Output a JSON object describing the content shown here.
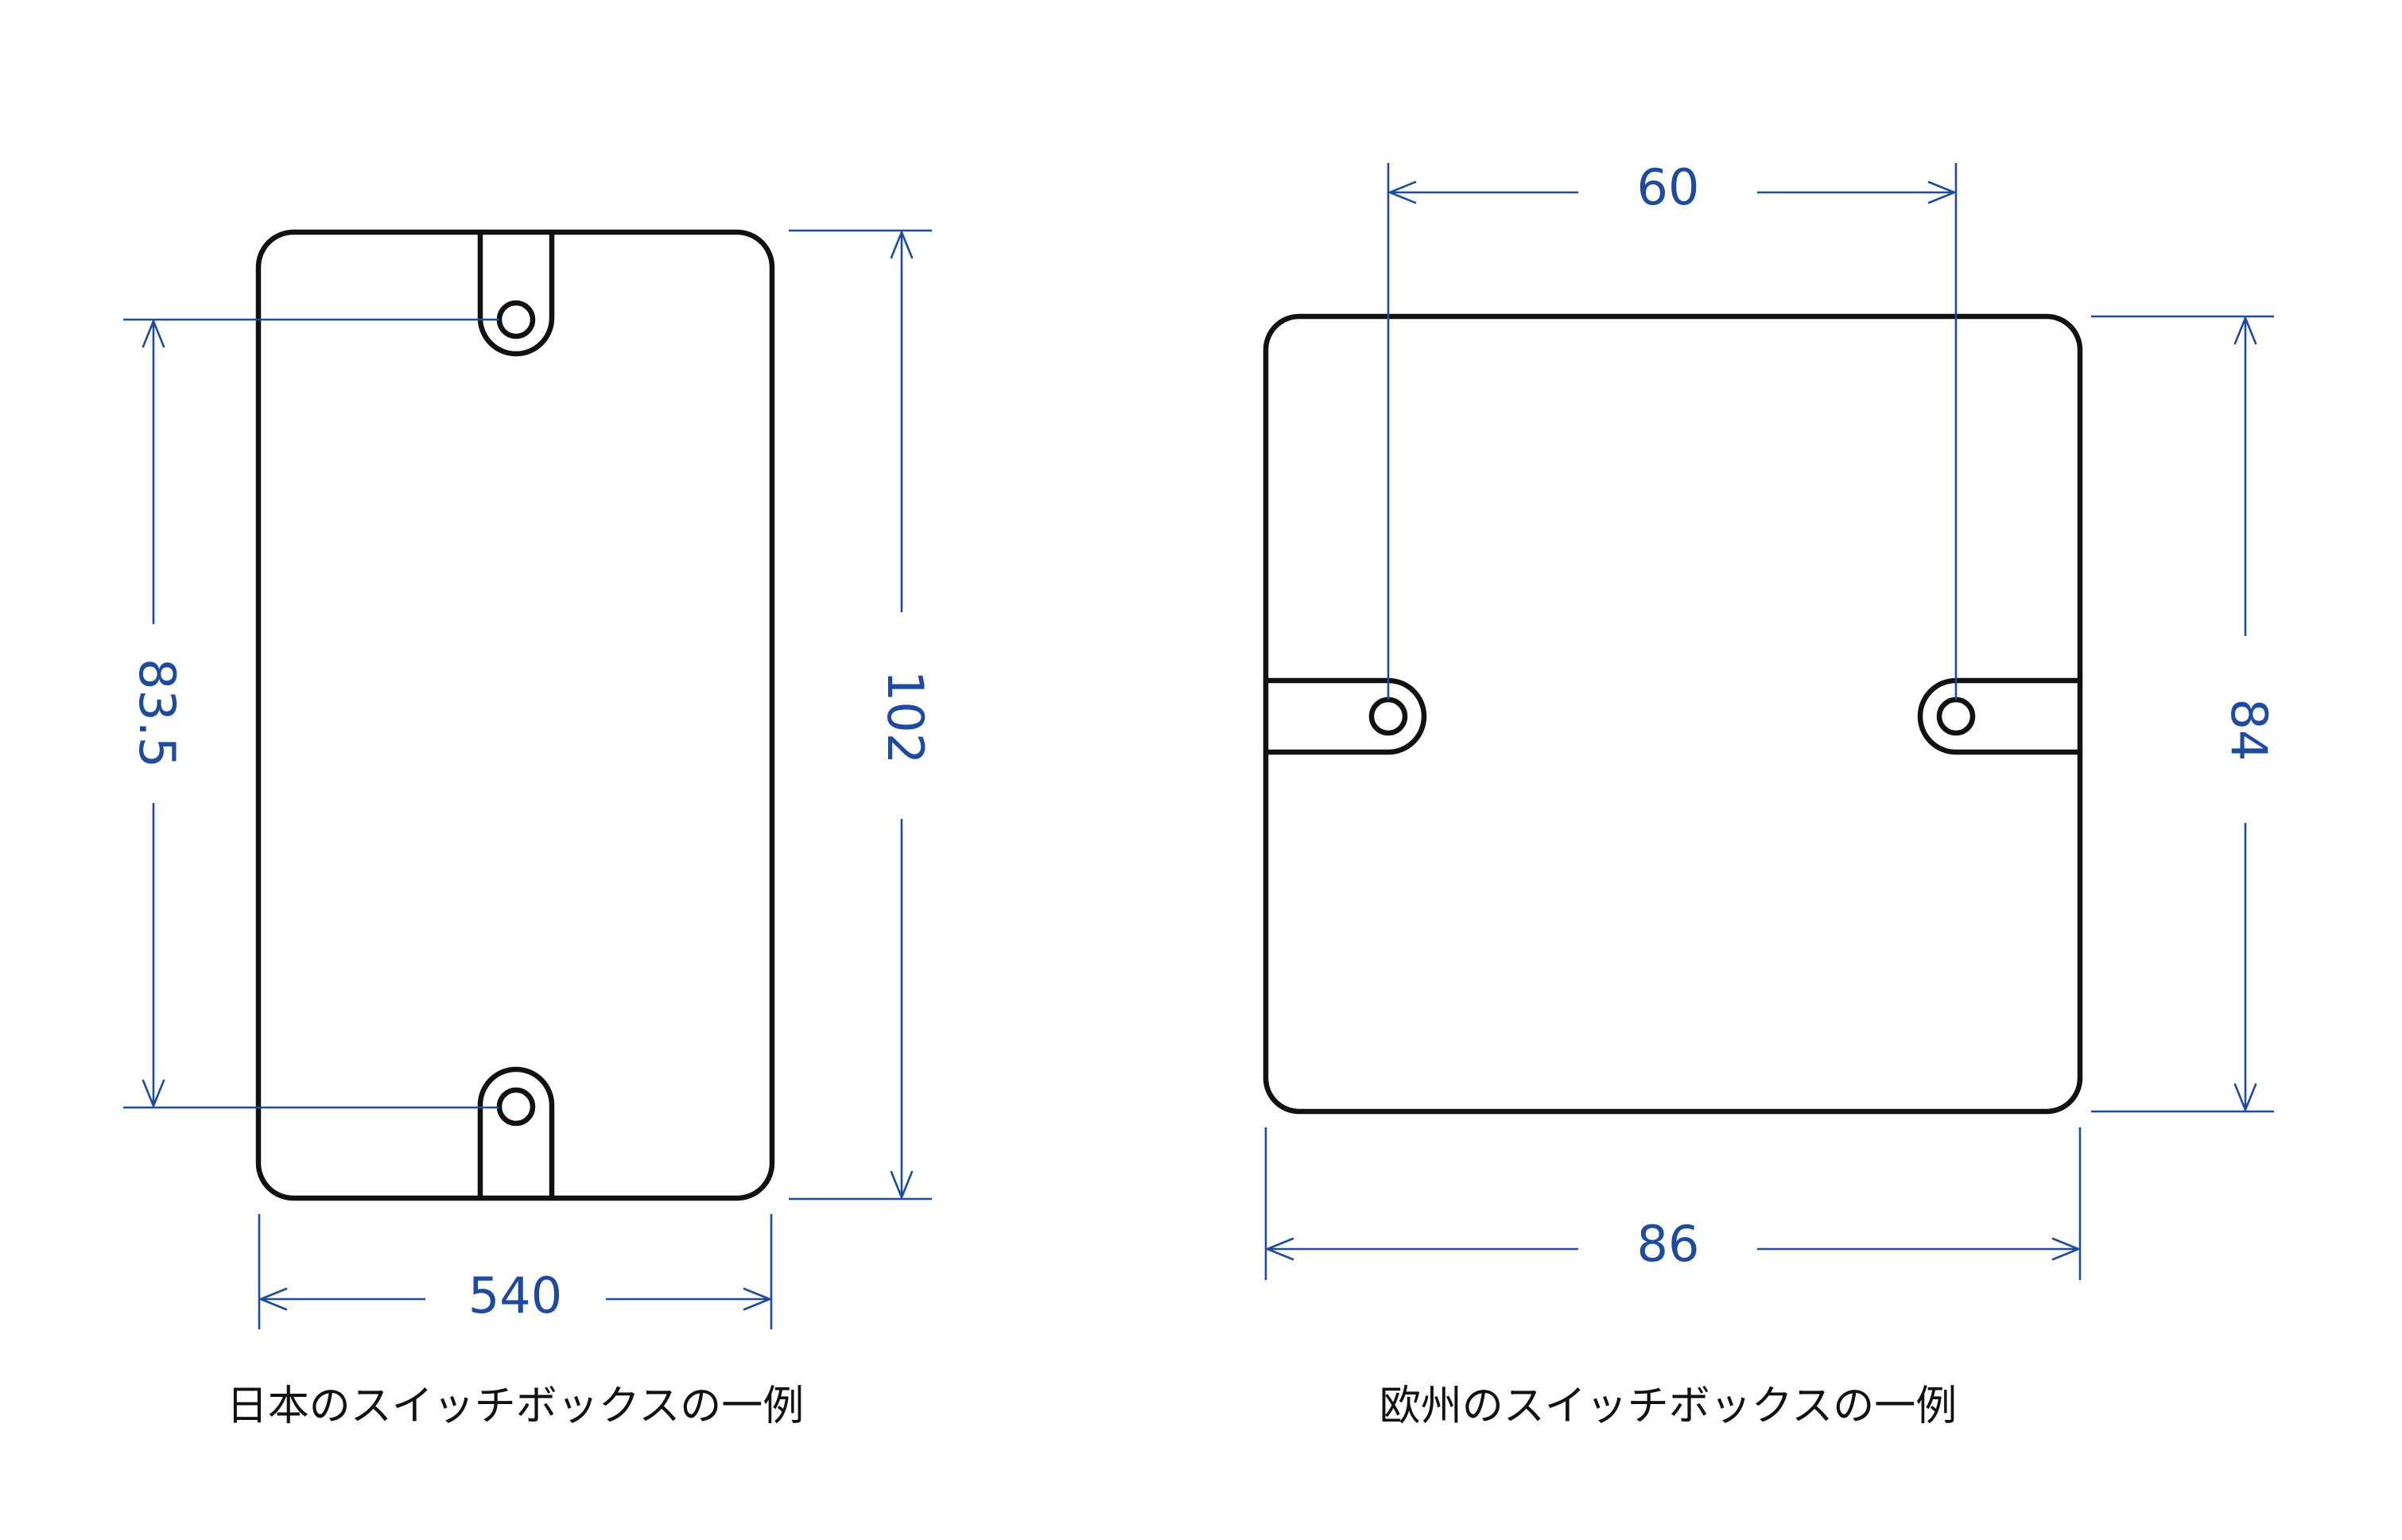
{
  "japan_box": {
    "dimensions": {
      "width": "540",
      "height": "102",
      "screw_pitch": "83.5"
    },
    "caption": "日本のスイッチボックスの一例"
  },
  "europe_box": {
    "dimensions": {
      "screw_pitch": "60",
      "height": "84",
      "width": "86"
    },
    "caption": "欧州のスイッチボックスの一例"
  },
  "colors": {
    "outline": "#111111",
    "dimension": "#1f4b9e",
    "background": "#ffffff"
  }
}
